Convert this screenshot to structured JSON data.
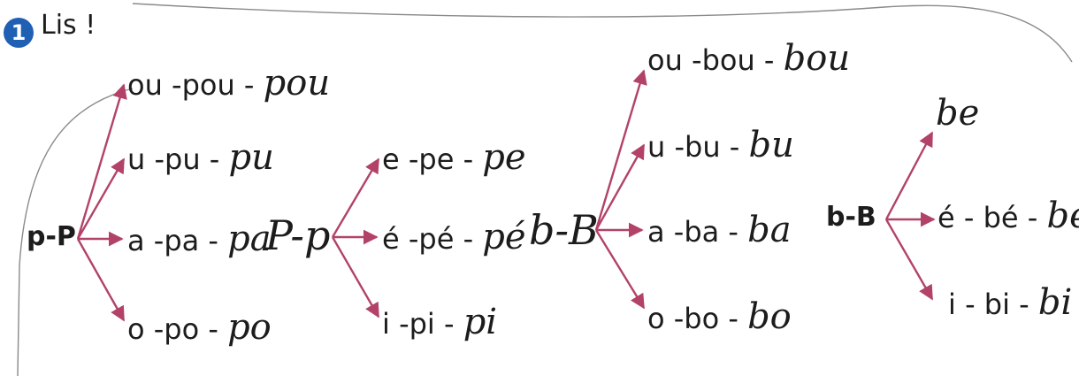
{
  "exercise": {
    "number": "1",
    "instruction": "Lis !"
  },
  "colors": {
    "arrow": "#b24268",
    "badge": "#1f5fb4",
    "text": "#1c1c1c"
  },
  "groups": [
    {
      "root": "p-P",
      "rows": [
        {
          "a": "ou",
          "b": "pou",
          "c": "pou"
        },
        {
          "a": "u",
          "b": "pu",
          "c": "pu"
        },
        {
          "a": "a",
          "b": "pa",
          "c": "pa"
        },
        {
          "a": "o",
          "b": "po",
          "c": "po"
        }
      ]
    },
    {
      "root": "P-p",
      "rows": [
        {
          "a": "e",
          "b": "pe",
          "c": "pe"
        },
        {
          "a": "é",
          "b": "pé",
          "c": "pé"
        },
        {
          "a": "i",
          "b": "pi",
          "c": "pi"
        }
      ]
    },
    {
      "root": "b-B",
      "rows": [
        {
          "a": "ou",
          "b": "bou",
          "c": "bou"
        },
        {
          "a": "u",
          "b": "bu",
          "c": "bu"
        },
        {
          "a": "a",
          "b": "ba",
          "c": "ba"
        },
        {
          "a": "o",
          "b": "bo",
          "c": "bo"
        }
      ]
    },
    {
      "root": "b-B",
      "rows": [
        {
          "c": "be"
        },
        {
          "a": "é",
          "b": "bé",
          "c": "bé"
        },
        {
          "a": "i",
          "b": "bi",
          "c": "bi"
        }
      ]
    }
  ]
}
